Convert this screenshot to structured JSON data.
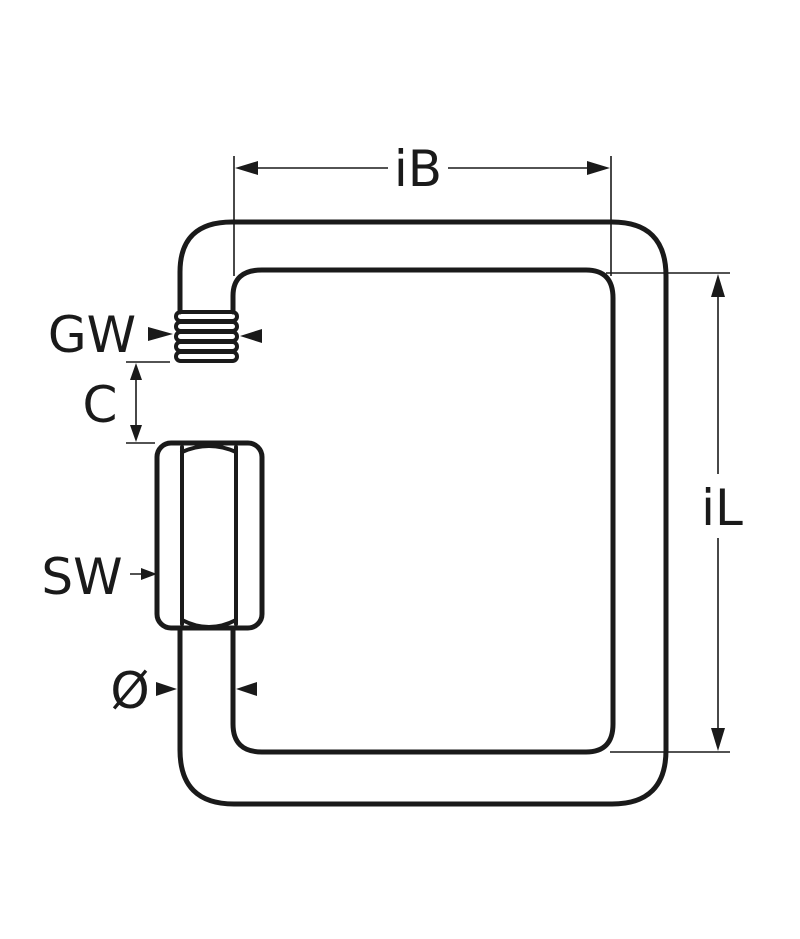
{
  "diagram": {
    "subject": "square quick link with threaded gate and hex nut",
    "colors": {
      "stroke": "#1a1a1a",
      "background": "#ffffff"
    },
    "labels": {
      "inner_width": "iB",
      "inner_length": "iL",
      "thread": "GW",
      "opening": "C",
      "wrench_size": "SW",
      "diameter": "Ø"
    }
  }
}
